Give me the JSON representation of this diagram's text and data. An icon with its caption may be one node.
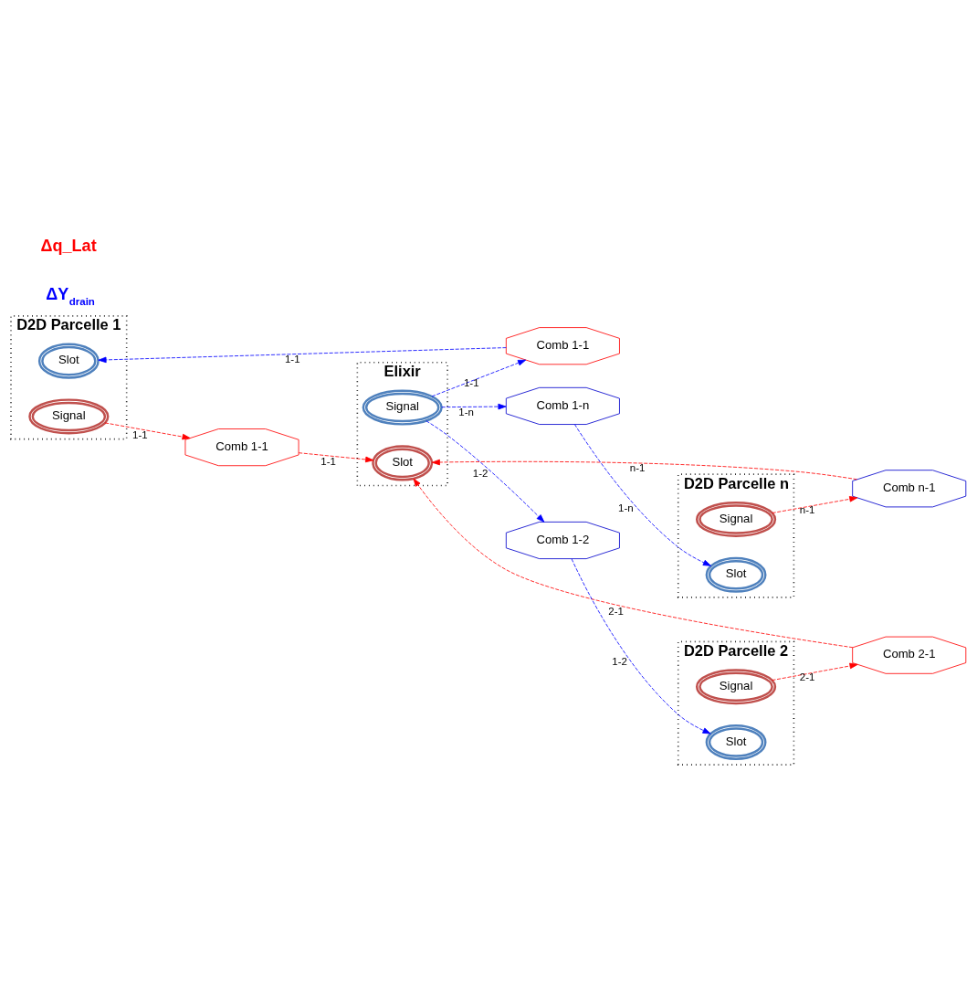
{
  "diagram": {
    "nodes": [
      {
        "text": [
          "D2D Parcelle 1"
        ]
      },
      {
        "text": [
          "Signal"
        ],
        "in": 0
      },
      {
        "text": [
          "Slot"
        ],
        "in": 0
      },
      {
        "text": [
          "Comb 1-1"
        ]
      },
      {
        "text": [
          "Comb 1-1"
        ]
      },
      {
        "text": [
          "Elixir"
        ]
      },
      {
        "text": [
          "Signal"
        ],
        "in": 5
      },
      {
        "text": [
          "Slot"
        ],
        "in": 5
      },
      {
        "text": [
          "D2D Parcelle 2"
        ]
      },
      {
        "text": [
          "Signal"
        ],
        "in": 8
      },
      {
        "text": [
          "Slot"
        ],
        "in": 8
      },
      {
        "text": [
          "Comb 2-1"
        ]
      },
      {
        "text": [
          "Comb 1-2"
        ]
      },
      {
        "text": [
          "D2D Parcelle n"
        ]
      },
      {
        "text": [
          "Signal"
        ],
        "in": 13
      },
      {
        "text": [
          "Slot"
        ],
        "in": 13
      },
      {
        "text": [
          "Comb n-1"
        ]
      },
      {
        "text": [
          "Comb 1-n"
        ]
      }
    ],
    "edges": [
      {
        "from": 1,
        "to": 3,
        "arrow": "to",
        "label": "1-1",
        "style": "dashed",
        "color": "#ff0000"
      },
      {
        "from": 6,
        "to": 4,
        "arrow": "to",
        "label": "1-1",
        "style": "dashed",
        "color": "#0000ff"
      },
      {
        "from": 6,
        "to": 12,
        "arrow": "to",
        "label": "1-2",
        "style": "dashed",
        "color": "#0000ff"
      },
      {
        "from": 6,
        "to": 17,
        "arrow": "to",
        "label": "1-n",
        "style": "dashed",
        "color": "#0000ff"
      },
      {
        "from": 3,
        "to": 7,
        "arrow": "to",
        "label": "1-1",
        "style": "dashed",
        "color": "#ff0000"
      },
      {
        "from": 4,
        "to": 2,
        "arrow": "to",
        "label": "1-1",
        "style": "dashed",
        "color": "#0000ff"
      },
      {
        "from": 9,
        "to": 11,
        "arrow": "to",
        "label": "2-1",
        "style": "dashed",
        "color": "#ff0000"
      },
      {
        "from": 11,
        "to": 7,
        "arrow": "to",
        "label": "2-1",
        "style": "dashed",
        "color": "#ff0000"
      },
      {
        "from": 12,
        "to": 10,
        "arrow": "to",
        "label": "1-2",
        "style": "dashed",
        "color": "#0000ff"
      },
      {
        "from": 14,
        "to": 16,
        "arrow": "to",
        "label": "n-1",
        "style": "dashed",
        "color": "#ff0000"
      },
      {
        "from": 16,
        "to": 7,
        "arrow": "to",
        "label": "n-1",
        "style": "dashed",
        "color": "#ff0000"
      },
      {
        "from": 17,
        "to": 15,
        "arrow": "to",
        "label": "1-n",
        "style": "dashed",
        "color": "#0000ff"
      }
    ],
    "labels": [
      "ΔY$_{drain}$",
      "Δq_Lat"
    ]
  }
}
